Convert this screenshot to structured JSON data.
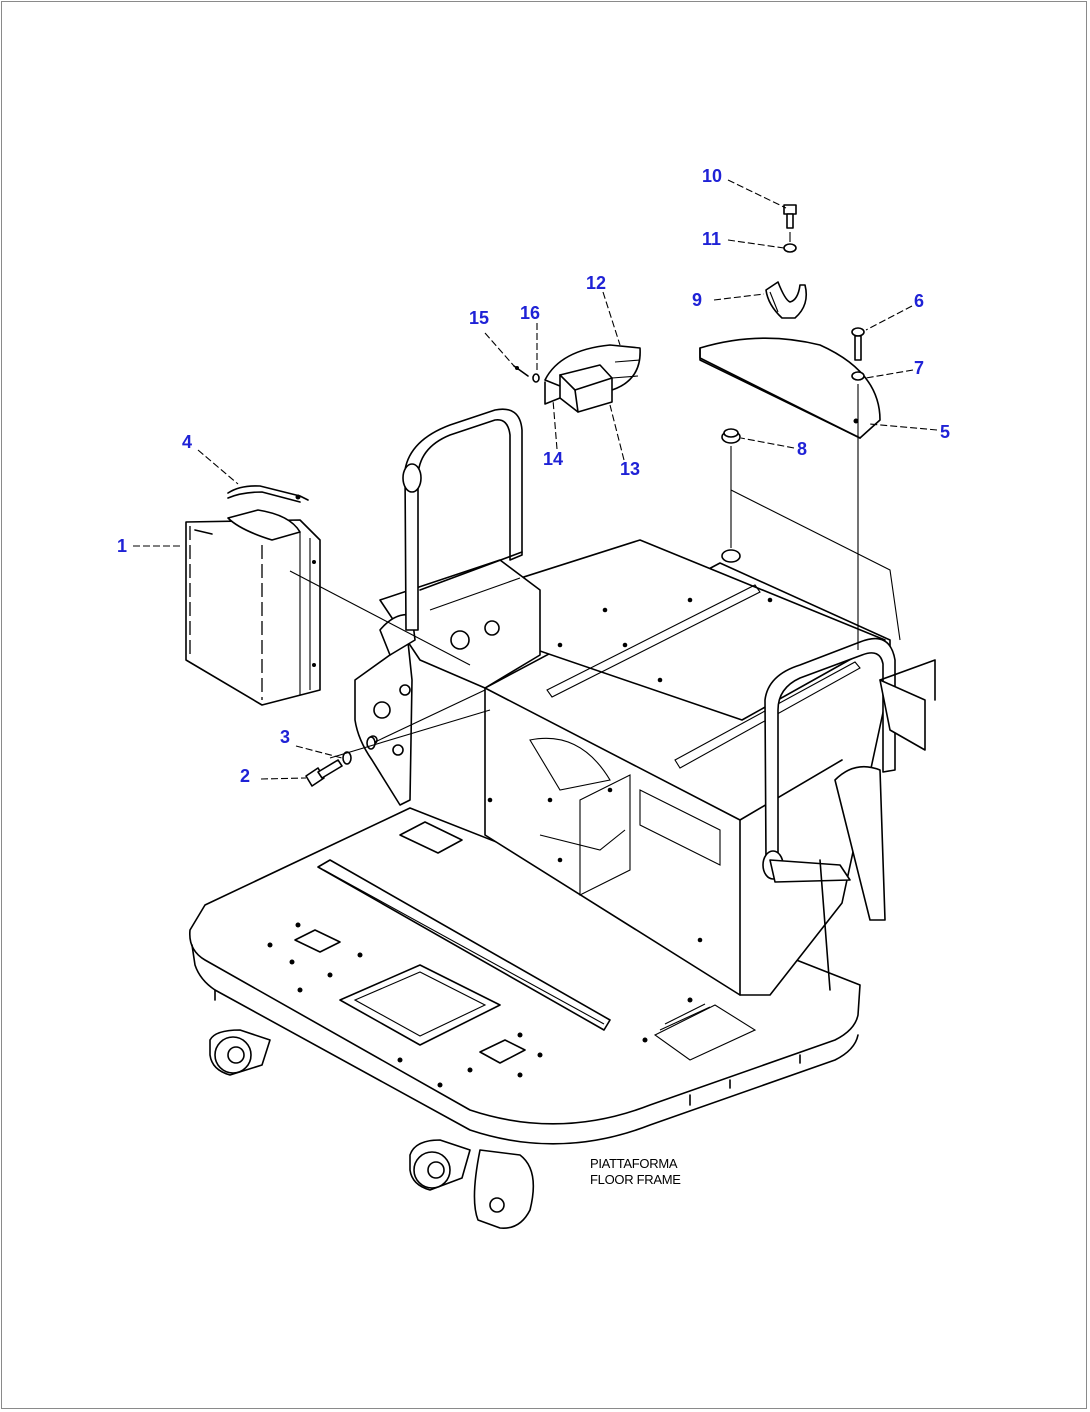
{
  "callouts": [
    {
      "id": "1",
      "label": "1"
    },
    {
      "id": "2",
      "label": "2"
    },
    {
      "id": "3",
      "label": "3"
    },
    {
      "id": "4",
      "label": "4"
    },
    {
      "id": "5",
      "label": "5"
    },
    {
      "id": "6",
      "label": "6"
    },
    {
      "id": "7",
      "label": "7"
    },
    {
      "id": "8",
      "label": "8"
    },
    {
      "id": "9",
      "label": "9"
    },
    {
      "id": "10",
      "label": "10"
    },
    {
      "id": "11",
      "label": "11"
    },
    {
      "id": "12",
      "label": "12"
    },
    {
      "id": "13",
      "label": "13"
    },
    {
      "id": "14",
      "label": "14"
    },
    {
      "id": "15",
      "label": "15"
    },
    {
      "id": "16",
      "label": "16"
    }
  ],
  "caption": {
    "line1": "PIATTAFORMA",
    "line2": "FLOOR FRAME"
  },
  "colors": {
    "callout": "#1f22d6",
    "line": "#000000",
    "background": "#ffffff"
  }
}
